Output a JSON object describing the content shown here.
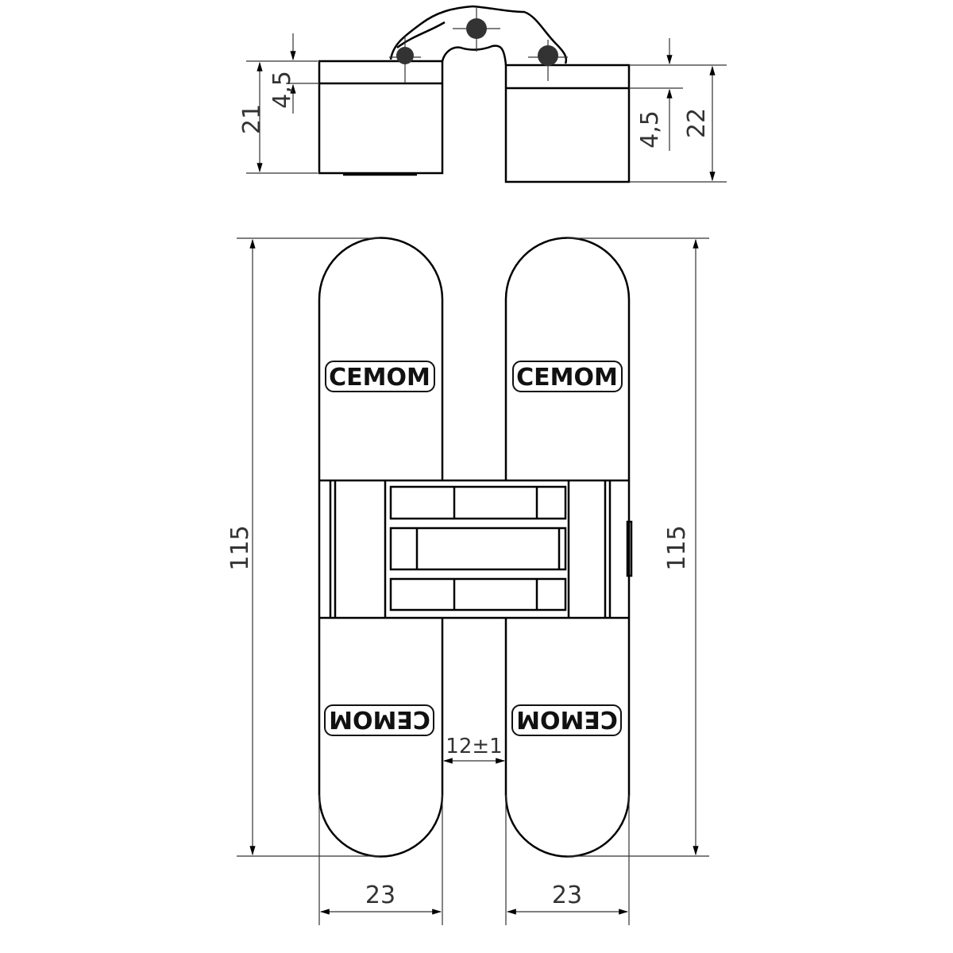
{
  "drawing": {
    "logo_text": "CEMOM",
    "top_view": {
      "left_height": "21",
      "left_offset": "4,5",
      "right_offset": "4,5",
      "right_height": "22"
    },
    "front_view": {
      "left_length": "115",
      "right_length": "115",
      "left_width": "23",
      "right_width": "23",
      "gap": "12±1"
    }
  }
}
